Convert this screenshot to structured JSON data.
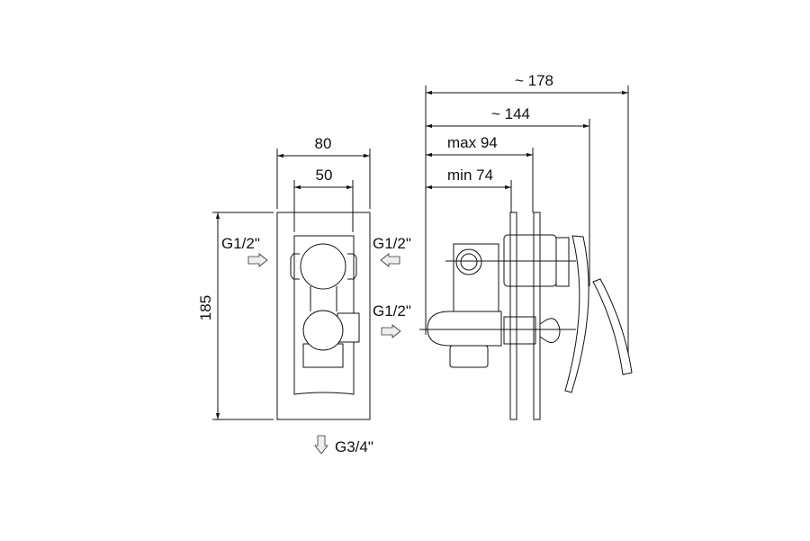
{
  "front_view": {
    "width_outer": "80",
    "width_inner": "50",
    "height": "185",
    "inlet_left": "G1/2\"",
    "inlet_right": "G1/2\"",
    "outlet_side": "G1/2\"",
    "outlet_bottom": "G3/4\""
  },
  "side_view": {
    "depth_total": "~ 178",
    "depth_handle": "~ 144",
    "depth_max": "max 94",
    "depth_min": "min 74"
  }
}
